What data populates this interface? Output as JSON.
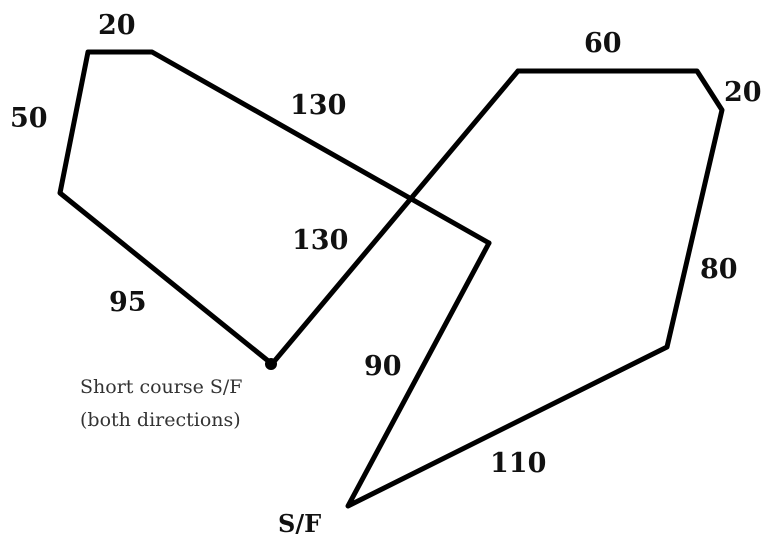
{
  "course": {
    "segment_lengths": {
      "top_left": "20",
      "left": "50",
      "diagonal_upper": "130",
      "diagonal_lower": "130",
      "lower_left": "95",
      "top_right": "60",
      "corner_right": "20",
      "right": "80",
      "start_leg": "90",
      "bottom": "110"
    },
    "start_finish_label": "S/F",
    "short_course_note": {
      "line1": "Short course S/F",
      "line2": "(both directions)"
    }
  }
}
